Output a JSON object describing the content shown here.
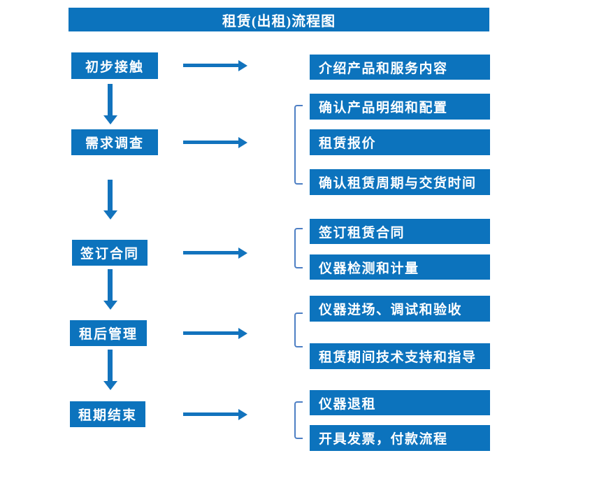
{
  "title": "租赁(出租)流程图",
  "colors": {
    "box_blue": "#0C73BD",
    "arrow_blue": "#1273BD",
    "bracket_blue": "#4E7FC4"
  },
  "stages": [
    {
      "label": "初步接触",
      "outputs": [
        "介绍产品和服务内容"
      ]
    },
    {
      "label": "需求调查",
      "outputs": [
        "确认产品明细和配置",
        "租赁报价",
        "确认租赁周期与交货时间"
      ]
    },
    {
      "label": "签订合同",
      "outputs": [
        "签订租赁合同",
        "仪器检测和计量"
      ]
    },
    {
      "label": "租后管理",
      "outputs": [
        "仪器进场、调试和验收",
        "租赁期间技术支持和指导"
      ]
    },
    {
      "label": "租期结束",
      "outputs": [
        "仪器退租",
        "开具发票，付款流程"
      ]
    }
  ]
}
